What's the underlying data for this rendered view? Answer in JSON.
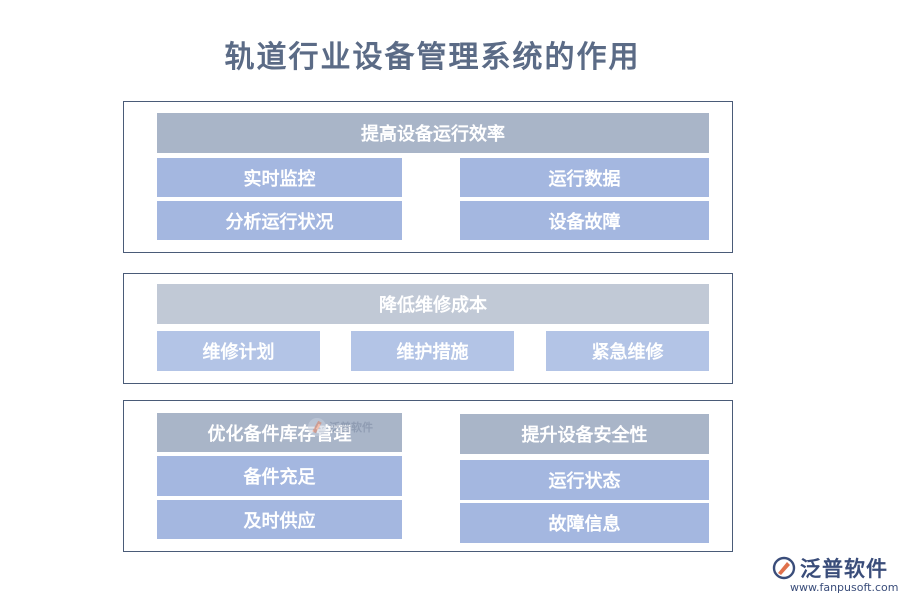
{
  "title": "轨道行业设备管理系统的作用",
  "sections": [
    {
      "header": "提高设备运行效率",
      "items": [
        "实时监控",
        "运行数据",
        "分析运行状况",
        "设备故障"
      ]
    },
    {
      "header": "降低维修成本",
      "items": [
        "维修计划",
        "维护措施",
        "紧急维修"
      ]
    },
    {
      "left": {
        "header": "优化备件库存管理",
        "items": [
          "备件充足",
          "及时供应"
        ]
      },
      "right": {
        "header": "提升设备安全性",
        "items": [
          "运行状态",
          "故障信息"
        ]
      }
    }
  ],
  "watermark": "泛普软件",
  "logo": {
    "name": "泛普软件",
    "url": "www.fanpusoft.com"
  },
  "colors": {
    "title": "#5b6b86",
    "panel_border": "#4a5b78",
    "header_dark": "#a9b5c8",
    "header_light": "#c1c9d6",
    "item_blue": "#a4b7e0",
    "item_lightblue": "#b3c4e6",
    "logo": "#3a4d7a"
  }
}
